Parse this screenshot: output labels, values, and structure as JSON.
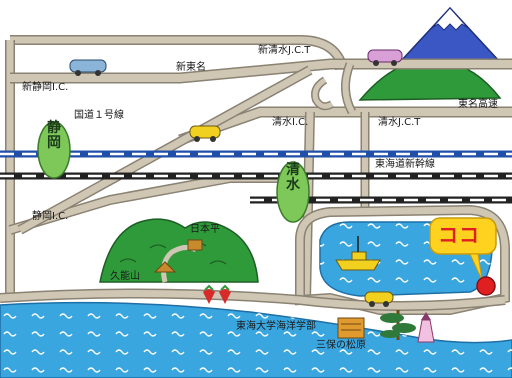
{
  "labels": {
    "shin_shimizu_jct": "新清水J.C.T",
    "shin_tomei": "新東名",
    "shin_shizuoka_ic": "新静岡I.C.",
    "kokudo_1": "国道１号線",
    "shimizu_ic": "清水I.C.",
    "shimizu_jct": "清水J.C.T",
    "tomei": "東名高速",
    "shinkansen": "東海道新幹線",
    "shizuoka_ic": "静岡I.C.",
    "nihondaira": "日本平",
    "kunozan": "久能山",
    "tokai_univ": "東海大学海洋学部",
    "miho": "三保の松原",
    "koko": "ココ"
  },
  "cities": {
    "shizuoka": "静岡",
    "shimizu": "清水"
  },
  "colors": {
    "sea": "#3aa6e0",
    "road": "#cfc6b4",
    "road_edge": "#8a8272",
    "rail_blue": "#1f4fa8",
    "mountain": "#2f9a3a",
    "marker": "#e02020",
    "koko_bubble": "#ffd21f"
  },
  "icons": [
    "car-icon",
    "ship-icon",
    "strawberry-icon",
    "pine-tree-icon",
    "lighthouse-icon",
    "mount-fuji-icon",
    "location-pin-icon"
  ]
}
